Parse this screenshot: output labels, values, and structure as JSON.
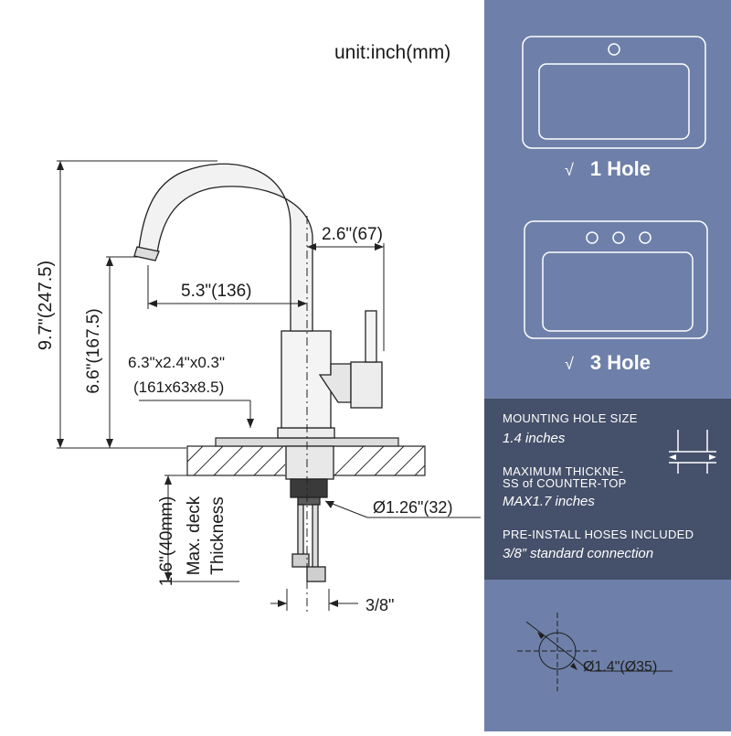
{
  "units": "unit:inch(mm)",
  "dimensions": {
    "total_height": "9.7\"(247.5)",
    "spout_height": "6.6\"(167.5)",
    "spout_reach": "5.3\"(136)",
    "handle_offset": "2.6\"(67)",
    "base_plate_line1": "6.3\"x2.4\"x0.3\"",
    "base_plate_line2": "(161x63x8.5)",
    "shank_diameter": "Ø1.26\"(32)",
    "deck_thickness_value": "1.6\"(40mm)",
    "deck_thickness_label1": "Max. deck",
    "deck_thickness_label2": "Thickness",
    "hose_size": "3/8\""
  },
  "panel": {
    "one_hole": {
      "check": "√",
      "label": "1 Hole"
    },
    "three_hole": {
      "check": "√",
      "label": "3 Hole"
    },
    "info": [
      {
        "title": "MOUNTING HOLE SIZE",
        "value": "1.4 inches"
      },
      {
        "title": "MAXIMUM THICKNE-",
        "title2": "SS of COUNTER-TOP",
        "value": "MAX1.7 inches"
      },
      {
        "title": "PRE-INSTALL HOSES INCLUDED",
        "value": "3/8” standard connection"
      }
    ],
    "hole_diameter": "Ø1.4\"(Ø35)"
  },
  "colors": {
    "panel_blue": "#6e80a9",
    "info_dark": "#45506a"
  }
}
